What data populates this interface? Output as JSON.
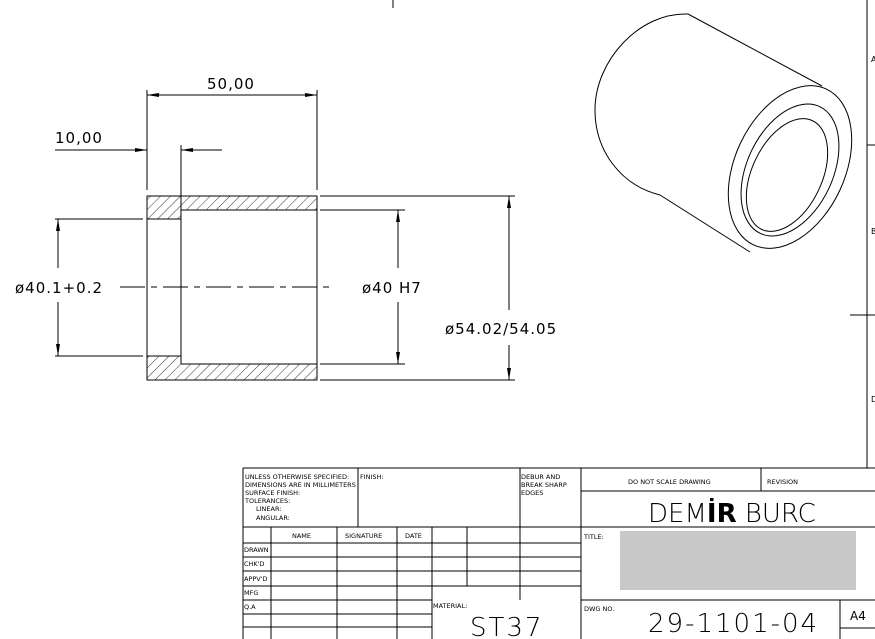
{
  "drawing": {
    "dims": {
      "length": "50,00",
      "step": "10,00",
      "counterbore": "ø40.1+0.2",
      "bore": "ø40 H7",
      "outer": "ø54.02/54.05"
    },
    "zones": [
      "A",
      "B",
      "D"
    ]
  },
  "title_block": {
    "notes": [
      "UNLESS OTHERWISE SPECIFIED:",
      "DIMENSIONS ARE IN MILLIMETERS",
      "SURFACE FINISH:",
      "TOLERANCES:",
      "LINEAR:",
      "ANGULAR:"
    ],
    "finish_label": "FINISH:",
    "deburr": [
      "DEBUR AND",
      "BREAK SHARP",
      "EDGES"
    ],
    "columns": [
      "NAME",
      "SIGNATURE",
      "DATE"
    ],
    "rows": [
      "DRAWN",
      "CHK'D",
      "APPV'D",
      "MFG",
      "Q.A"
    ],
    "material_label": "MATERIAL:",
    "material": "ST37",
    "do_not_scale": "DO NOT SCALE DRAWING",
    "revision_label": "REVISION",
    "company_a": "DEM",
    "company_b": "İR",
    "company_c": " BURC",
    "title_label": "TITLE:",
    "dwg_no_label": "DWG NO.",
    "dwg_no": "29-1101-04",
    "sheet_size": "A4",
    "title_box_color": "#c8c8c8"
  }
}
